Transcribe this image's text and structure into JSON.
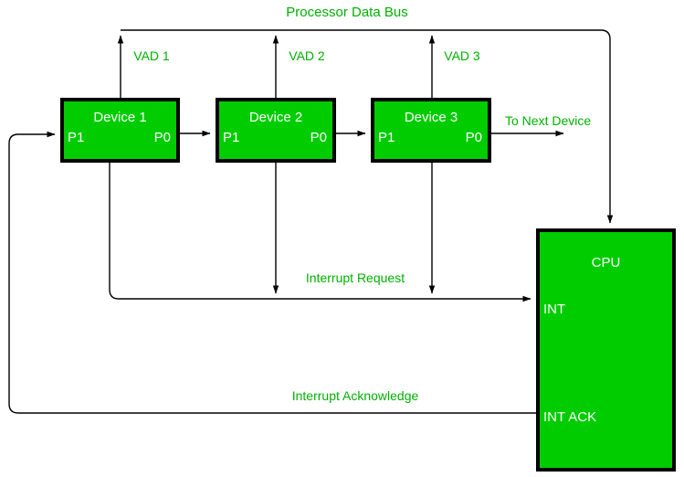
{
  "diagram": {
    "title": "Processor Data Bus",
    "colors": {
      "node_fill": "#00CC00",
      "node_border": "#000000",
      "node_text": "#FFFFFF",
      "wire": "#000000",
      "wire_label": "#00B200",
      "background": "#FFFFFF"
    },
    "devices": [
      {
        "name": "Device 1",
        "port_in": "P1",
        "port_out": "P0",
        "vad_label": "VAD 1"
      },
      {
        "name": "Device 2",
        "port_in": "P1",
        "port_out": "P0",
        "vad_label": "VAD 2"
      },
      {
        "name": "Device 3",
        "port_in": "P1",
        "port_out": "P0",
        "vad_label": "VAD 3"
      }
    ],
    "cpu": {
      "name": "CPU",
      "int_pin": "INT",
      "int_ack_pin": "INT ACK"
    },
    "wires": {
      "to_next_device": "To Next Device",
      "interrupt_request": "Interrupt Request",
      "interrupt_acknowledge": "Interrupt Acknowledge"
    }
  }
}
